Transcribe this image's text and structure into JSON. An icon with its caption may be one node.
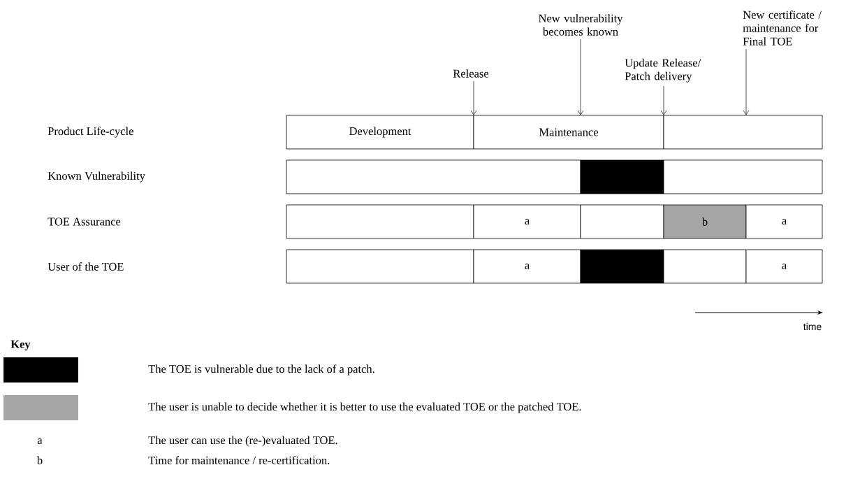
{
  "diagram": {
    "nodes": [
      {
        "text": [
          "Release"
        ]
      },
      {
        "text": [
          "New vulnerability becomes known"
        ]
      },
      {
        "text": [
          "Update Release/ Patch delivery"
        ]
      },
      {
        "text": [
          "New certificate / maintenance for Final TOE"
        ]
      },
      {
        "text": [
          "Development"
        ]
      },
      {
        "text": [
          "Maintenance"
        ]
      },
      {
        "text": [],
        "shape": "box"
      },
      {
        "text": [],
        "shape": "box"
      },
      {
        "text": [],
        "shape": "box"
      },
      {
        "text": [],
        "shape": "box"
      },
      {
        "text": [],
        "shape": "box"
      },
      {
        "text": [
          "a"
        ]
      },
      {
        "text": [],
        "shape": "box"
      },
      {
        "text": [
          "b"
        ]
      },
      {
        "text": [
          "a"
        ]
      },
      {
        "text": [],
        "shape": "box"
      },
      {
        "text": [
          "a"
        ]
      },
      {
        "text": [],
        "shape": "box"
      },
      {
        "text": [],
        "shape": "box"
      },
      {
        "text": [
          "a"
        ]
      }
    ],
    "edges": [
      {
        "from": 0,
        "to": 4,
        "arrow": "to"
      },
      {
        "from": 1,
        "to": 5,
        "arrow": "to"
      },
      {
        "from": 2,
        "to": 6,
        "arrow": "to"
      },
      {
        "from": 3,
        "to": 6,
        "arrow": "to"
      }
    ],
    "labels": [
      "Product Life-cycle",
      "Known Vulnerability",
      "TOE Assurance",
      "User of the TOE",
      "time",
      "Key",
      "a",
      "b"
    ],
    "legend": [
      {
        "text": "The TOE is vulnerable due to the lack of a patch.",
        "color": "#000000"
      },
      {
        "text": "The user is unable to decide whether it is better to use the evaluated TOE or the patched TOE.",
        "color": "#a6a6a6"
      },
      {
        "text": "The user can use the (re-)evaluated TOE."
      },
      {
        "text": "Time for maintenance / re-certification."
      }
    ]
  }
}
